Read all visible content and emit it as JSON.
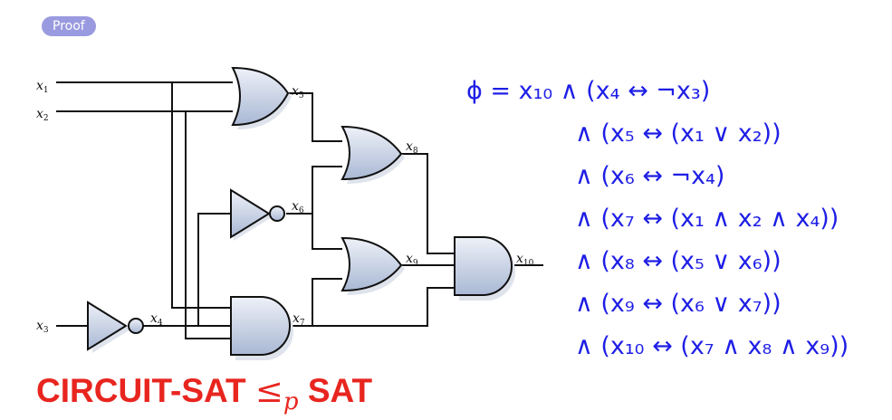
{
  "badge": {
    "label": "Proof",
    "color": "#9a9ae0"
  },
  "colors": {
    "formula": "#1e1ee6",
    "title": "#e8251f",
    "gate_fill_top": "#eef1f8",
    "gate_fill_bottom": "#a9b8d4"
  },
  "circuit": {
    "inputs": [
      {
        "base": "x",
        "sub": "1"
      },
      {
        "base": "x",
        "sub": "2"
      },
      {
        "base": "x",
        "sub": "3"
      }
    ],
    "gate_outputs": [
      {
        "base": "x",
        "sub": "4",
        "gate": "NOT"
      },
      {
        "base": "x",
        "sub": "5",
        "gate": "OR"
      },
      {
        "base": "x",
        "sub": "6",
        "gate": "NOT"
      },
      {
        "base": "x",
        "sub": "7",
        "gate": "AND"
      },
      {
        "base": "x",
        "sub": "8",
        "gate": "OR"
      },
      {
        "base": "x",
        "sub": "9",
        "gate": "OR"
      },
      {
        "base": "x",
        "sub": "10",
        "gate": "AND"
      }
    ]
  },
  "formula": {
    "lines": [
      "ϕ = x₁₀ ∧ (x₄ ↔ ¬x₃)",
      "∧ (x₅ ↔ (x₁ ∨ x₂))",
      "∧ (x₆ ↔ ¬x₄)",
      "∧ (x₇ ↔ (x₁ ∧ x₂ ∧ x₄))",
      "∧ (x₈ ↔ (x₅ ∨ x₆))",
      "∧ (x₉ ↔ (x₆ ∨ x₇))",
      "∧ (x₁₀ ↔ (x₇ ∧ x₈ ∧ x₉))"
    ]
  },
  "title": {
    "left": "CIRCUIT-SAT",
    "relation": "≤",
    "relation_sub": "p",
    "right": "SAT"
  }
}
